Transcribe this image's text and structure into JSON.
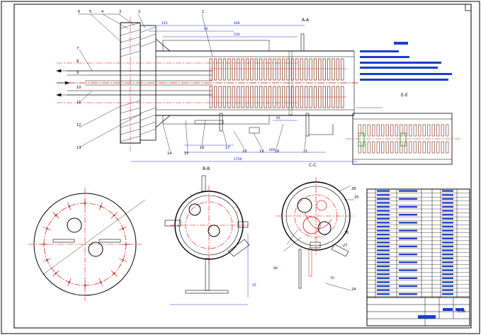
{
  "section_labels": {
    "aa": "A-A",
    "bb": "B-B",
    "cc": "C-C",
    "ee": "E-E"
  },
  "part_numbers_top": [
    "6",
    "5",
    "4",
    "3",
    "2",
    "1"
  ],
  "part_numbers_left": [
    "7",
    "8",
    "9",
    "10",
    "11",
    "12",
    "13"
  ],
  "part_numbers_bottom": [
    "14",
    "15",
    "16",
    "17",
    "18",
    "19",
    "20",
    "21"
  ],
  "dim_labels": [
    "125",
    "80",
    "400",
    "530",
    "1750",
    "600",
    "65",
    "25",
    "88",
    "76"
  ],
  "section_b_tags": [
    "28",
    "25",
    "26",
    "27",
    "24"
  ],
  "title_block": {
    "sheet": "1:10"
  }
}
